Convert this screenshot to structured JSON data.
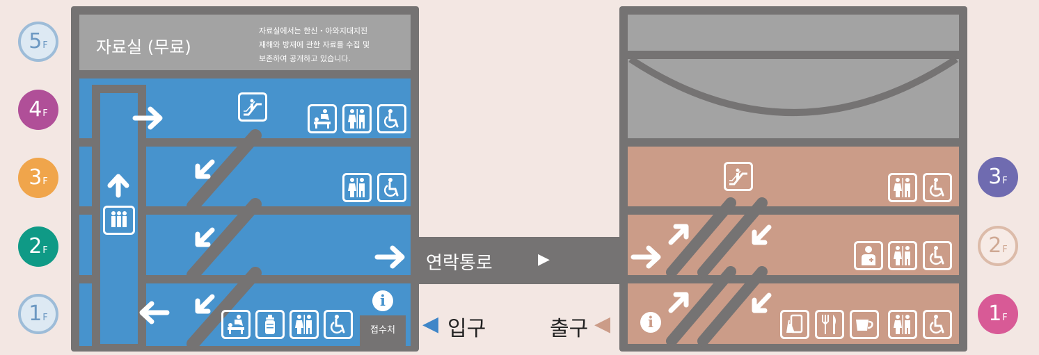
{
  "floors_left": [
    {
      "num": "5",
      "f": "F",
      "style": "ring"
    },
    {
      "num": "4",
      "f": "F",
      "color": "#b04f98"
    },
    {
      "num": "3",
      "f": "F",
      "color": "#f0a54b"
    },
    {
      "num": "2",
      "f": "F",
      "color": "#0f9a86"
    },
    {
      "num": "1",
      "f": "F",
      "style": "ring"
    }
  ],
  "floors_right": [
    {
      "num": "3",
      "f": "F",
      "color": "#6f6bb0"
    },
    {
      "num": "2",
      "f": "F",
      "style": "ring2"
    },
    {
      "num": "1",
      "f": "F",
      "color": "#d85a96"
    }
  ],
  "archive": {
    "title": "자료실 (무료)",
    "desc_line1": "자료실에서는  한신・아와지대지진",
    "desc_line2": "재해와 방재에 관한 자료를 수집 및",
    "desc_line3": "보존하여 공개하고 있습니다."
  },
  "corridor": {
    "label": "연락통로",
    "arrow": "▶"
  },
  "entrance": {
    "label": "입구",
    "arrow": "◀"
  },
  "exit": {
    "label": "출구",
    "arrow": "◀"
  },
  "reception": {
    "label": "접수처",
    "info": "i"
  },
  "colors": {
    "left_building": "#4793cd",
    "right_building": "#cb9c88",
    "frame": "#757373",
    "archive_gray": "#a3a3a3",
    "accent_blue": "#3f86c8",
    "accent_tan": "#cb9c88"
  },
  "icons": {
    "escalator": "escalator-icon",
    "restroom": "restroom-icon",
    "wheelchair": "wheelchair-icon",
    "baby_change": "baby-change-icon",
    "baby_bottle": "baby-bottle-icon",
    "elevator": "elevator-icon",
    "first_aid": "first-aid-icon",
    "cloakroom": "cloakroom-icon",
    "restaurant": "restaurant-icon",
    "cafe": "cafe-icon",
    "info": "info-icon"
  }
}
